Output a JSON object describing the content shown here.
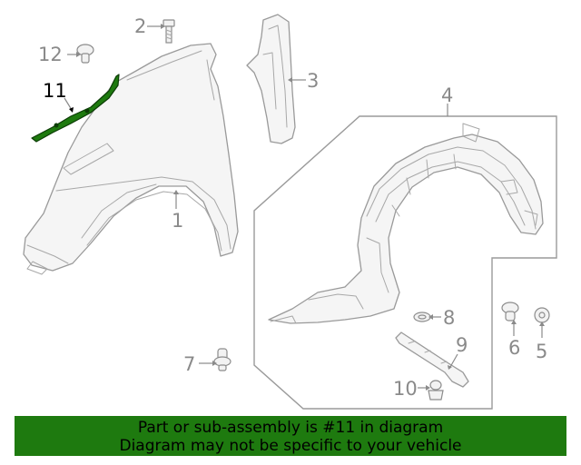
{
  "callouts": {
    "c1": "1",
    "c2": "2",
    "c3": "3",
    "c4": "4",
    "c5": "5",
    "c6": "6",
    "c7": "7",
    "c8": "8",
    "c9": "9",
    "c10": "10",
    "c11": "11",
    "c12": "12"
  },
  "banner": {
    "line1": "Part or sub-assembly is #11 in diagram",
    "line2": "Diagram may not be specific to your vehicle"
  },
  "colors": {
    "highlight_part": "#1e7a0f",
    "banner_background": "#1e7a0f",
    "line_art": "#9a9a9a"
  }
}
